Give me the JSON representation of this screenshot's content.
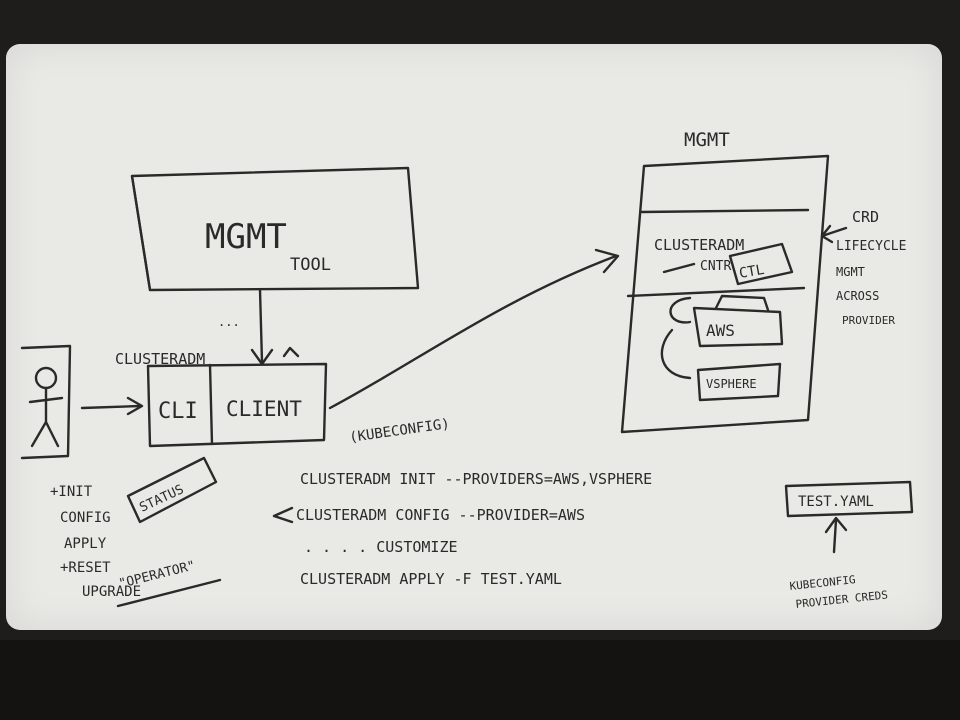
{
  "whiteboard": {
    "mgmt_tool": {
      "title": "MGMT",
      "subtitle": "TOOL"
    },
    "clusteradm_label": "CLUSTERADM",
    "cli_label": "CLI",
    "client_label": "CLIENT",
    "kubeconfig_label": "(KUBECONFIG)",
    "user_actions": [
      "+INIT",
      "CONFIG",
      "APPLY",
      "+RESET",
      "UPGRADE"
    ],
    "operator_label": "\"OPERATOR\"",
    "status_label": "STATUS",
    "mgmt_cluster": {
      "title": "MGMT",
      "controller_label": "CLUSTERADM",
      "ctrl_arrow_label": "CNTR",
      "ctrl_badge": "CTL",
      "providers": [
        "AWS",
        "VSPHERE"
      ]
    },
    "crd_notes": [
      "CRD",
      "LIFECYCLE",
      "MGMT",
      "ACROSS",
      "PROVIDER"
    ],
    "commands": [
      "CLUSTERADM  INIT --PROVIDERS=AWS,VSPHERE",
      "CLUSTERADM   CONFIG --PROVIDER=AWS",
      ". . . . CUSTOMIZE",
      "CLUSTERADM  APPLY -F  TEST.YAML"
    ],
    "file_label": "TEST.YAML",
    "file_notes": [
      "KUBECONFIG",
      "PROVIDER CREDS"
    ]
  }
}
